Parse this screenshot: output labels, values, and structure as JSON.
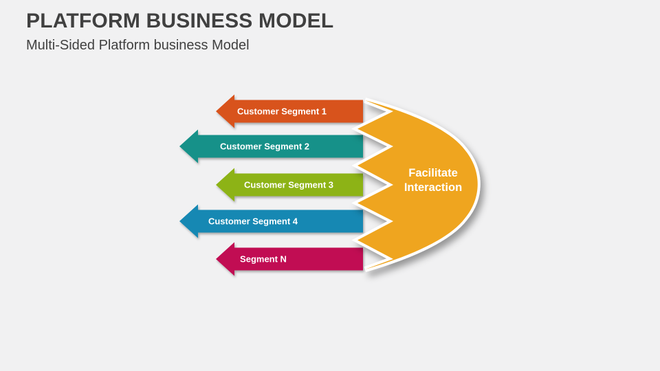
{
  "slide": {
    "title": "PLATFORM BUSINESS MODEL",
    "subtitle": "Multi-Sided Platform business Model"
  },
  "theme": {
    "background": "#F1F1F2",
    "heading_color": "#404040",
    "label_text_color": "#FFFFFF"
  },
  "diagram": {
    "segments": [
      {
        "label": "Customer Segment 1",
        "color": "#D8521E"
      },
      {
        "label": "Customer Segment 2",
        "color": "#129189"
      },
      {
        "label": "Customer Segment 3",
        "color": "#8DB319"
      },
      {
        "label": "Customer Segment 4",
        "color": "#1588B3"
      },
      {
        "label": "Segment N",
        "color": "#C10B53"
      }
    ],
    "hub": {
      "label": "Facilitate Interaction",
      "lines": [
        "Facilitate",
        "Interaction"
      ],
      "color": "#EFA51F"
    }
  }
}
